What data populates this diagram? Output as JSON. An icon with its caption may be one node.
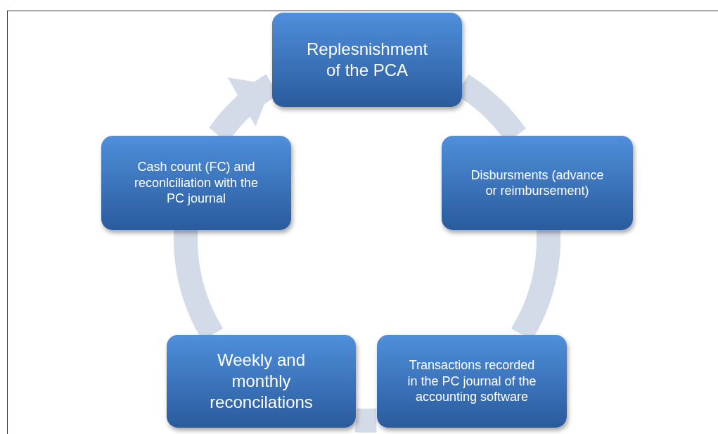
{
  "diagram": {
    "nodes": [
      {
        "text": [
          "Replesnishment of the PCA"
        ]
      },
      {
        "text": [
          "Disbursments (advance or reimbursement)"
        ]
      },
      {
        "text": [
          "Transactions recorded in the PC journal of the accounting software"
        ]
      },
      {
        "text": [
          "Weekly and monthly reconcilations"
        ]
      },
      {
        "text": [
          "Cash count (FC) and reconlciliation with the PC journal"
        ]
      }
    ],
    "edges": [
      {
        "from": 0,
        "to": 1,
        "arrow": "none"
      },
      {
        "from": 1,
        "to": 2,
        "arrow": "none"
      },
      {
        "from": 2,
        "to": 3,
        "arrow": "none"
      },
      {
        "from": 3,
        "to": 4,
        "arrow": "none"
      },
      {
        "from": 4,
        "to": 0,
        "arrow": "to"
      }
    ]
  }
}
